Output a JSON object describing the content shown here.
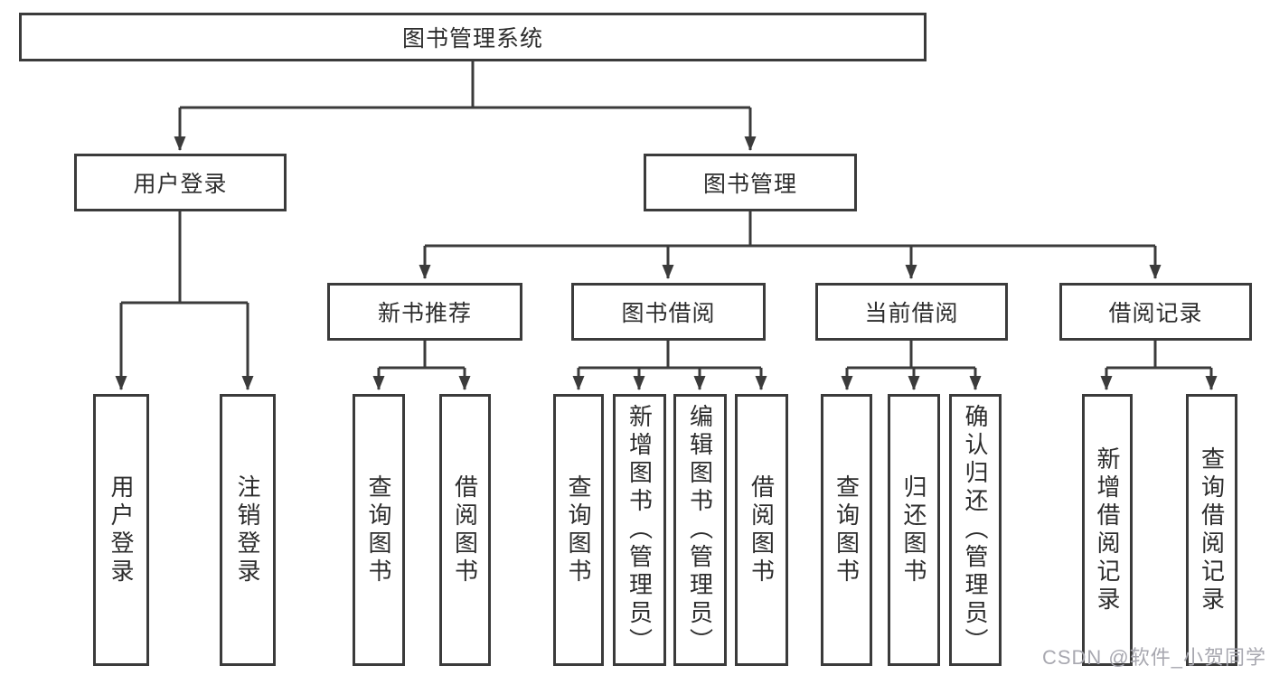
{
  "tree": {
    "label": "图书管理系统",
    "children": [
      {
        "label": "用户登录",
        "children": [
          {
            "label": "用户登录"
          },
          {
            "label": "注销登录"
          }
        ]
      },
      {
        "label": "图书管理",
        "children": [
          {
            "label": "新书推荐",
            "children": [
              {
                "label": "查询图书"
              },
              {
                "label": "借阅图书"
              }
            ]
          },
          {
            "label": "图书借阅",
            "children": [
              {
                "label": "查询图书"
              },
              {
                "label": "新增图书（管理员）"
              },
              {
                "label": "编辑图书（管理员）"
              },
              {
                "label": "借阅图书"
              }
            ]
          },
          {
            "label": "当前借阅",
            "children": [
              {
                "label": "查询图书"
              },
              {
                "label": "归还图书"
              },
              {
                "label": "确认归还（管理员）"
              }
            ]
          },
          {
            "label": "借阅记录",
            "children": [
              {
                "label": "新增借阅记录"
              },
              {
                "label": "查询借阅记录"
              }
            ]
          }
        ]
      }
    ]
  },
  "watermark": {
    "text": "CSDN @软件_小贺同学"
  },
  "colors": {
    "line": "#3b3b3b",
    "text": "#2d2d2d",
    "watermark": "#a8a8b0",
    "background": "#ffffff"
  }
}
